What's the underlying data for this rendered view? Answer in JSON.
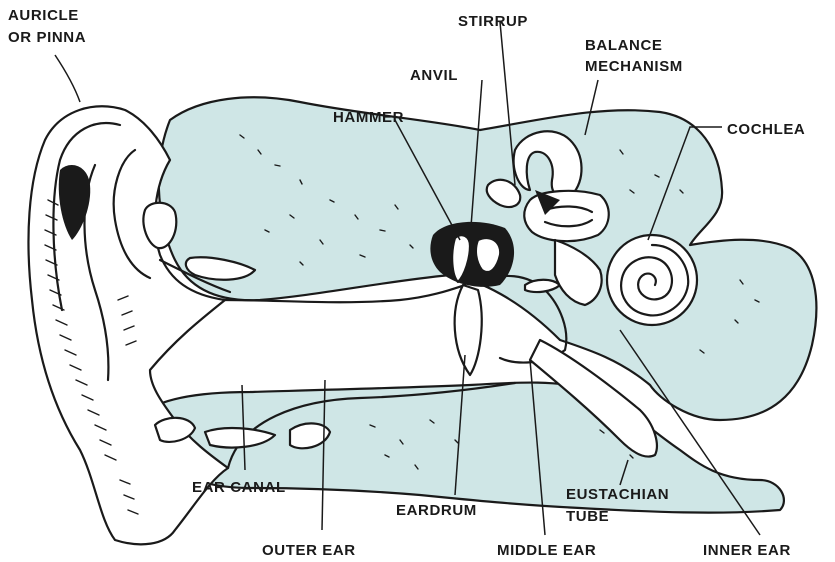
{
  "labels": {
    "auricle_line1": "AURICLE",
    "auricle_line2": "OR PINNA",
    "stirrup": "STIRRUP",
    "balance_line1": "BALANCE",
    "balance_line2": "MECHANISM",
    "anvil": "ANVIL",
    "hammer": "HAMMER",
    "cochlea": "COCHLEA",
    "ear_canal": "EAR CANAL",
    "eardrum": "EARDRUM",
    "eustachian_line1": "EUSTACHIAN",
    "eustachian_line2": "TUBE",
    "outer_ear": "OUTER EAR",
    "middle_ear": "MIDDLE EAR",
    "inner_ear": "INNER EAR"
  },
  "colors": {
    "tissue": "#cfe6e6",
    "ink": "#1a1a1a",
    "background": "#ffffff"
  }
}
